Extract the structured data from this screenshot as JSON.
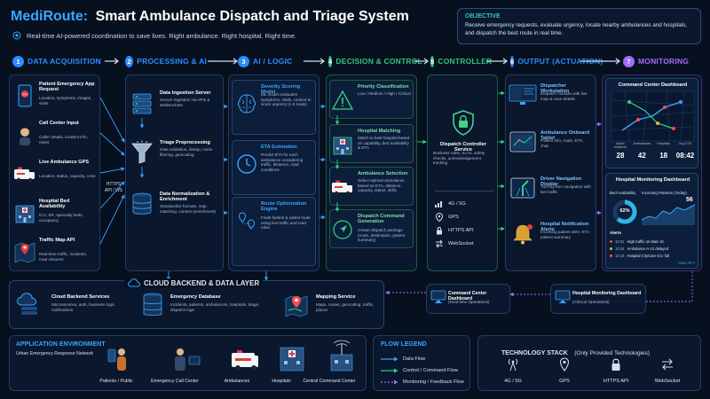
{
  "header": {
    "brand": "MediRoute:",
    "title": "Smart Ambulance Dispatch and Triage System",
    "tagline": "Real-time AI-powered coordination to save lives. Right ambulance. Right hospital. Right time."
  },
  "objective": {
    "label": "OBJECTIVE",
    "text": "Receive emergency requests, evaluate urgency, locate nearby ambulances and hospitals, and dispatch the best route in real time."
  },
  "columns": [
    {
      "num": "1",
      "label": "DATA ACQUISITION",
      "color": "#2a8cff"
    },
    {
      "num": "2",
      "label": "PROCESSING & AI",
      "color": "#2a8cff"
    },
    {
      "num": "3",
      "label": "AI / LOGIC",
      "color": "#2a8cff"
    },
    {
      "num": "4",
      "label": "DECISION & CONTROL",
      "color": "#2ec77a"
    },
    {
      "num": "5",
      "label": "CONTROLLER",
      "color": "#2ec77a"
    },
    {
      "num": "6",
      "label": "OUTPUT (ACTUATION)",
      "color": "#2a8cff"
    },
    {
      "num": "7",
      "label": "MONITORING",
      "color": "#a36bff"
    }
  ],
  "acquisition": [
    {
      "title": "Patient Emergency App Request",
      "desc": "Location, symptoms, images, vitals",
      "icon": "phone-sos-icon"
    },
    {
      "title": "Call Center Input",
      "desc": "Caller details, incident info, notes",
      "icon": "headset-operator-icon"
    },
    {
      "title": "Live Ambulance GPS",
      "desc": "Location, status, capacity, crew",
      "icon": "ambulance-icon"
    },
    {
      "title": "Hospital Bed Availability",
      "desc": "ICU, ER, specialty beds, occupancy",
      "icon": "hospital-icon"
    },
    {
      "title": "Traffic Map API",
      "desc": "Real-time traffic, incidents, road closures",
      "icon": "map-pin-icon"
    }
  ],
  "https_label": "HTTPS API / WS",
  "processing": [
    {
      "title": "Data Ingestion Server",
      "desc": "Secure ingestion via APIs & WebSockets",
      "icon": "server-icon"
    },
    {
      "title": "Triage Preprocessing",
      "desc": "Data validation, dedup, noise filtering, geocoding",
      "icon": "funnel-icon"
    },
    {
      "title": "Data Normalization & Enrichment",
      "desc": "Standardize formats, map matching, context (enrichment)",
      "icon": "database-icon"
    }
  ],
  "logic": [
    {
      "title": "Severity Scoring Model",
      "desc": "ML model evaluates symptoms, vitals, context to score urgency (1-5 scale)",
      "icon": "brain-icon"
    },
    {
      "title": "ETA Estimation",
      "desc": "Predict ETA for each ambulance considering traffic, distance, road conditions",
      "icon": "clock-icon"
    },
    {
      "title": "Route Optimization Engine",
      "desc": "Finds fastest & safest route using live traffic and road rules",
      "icon": "route-pin-icon"
    }
  ],
  "decision": [
    {
      "title": "Priority Classification",
      "desc": "Low / Medium / High / Critical",
      "icon": "alert-triangle-icon"
    },
    {
      "title": "Hospital Matching",
      "desc": "Match to best hospital based on capability, bed availability & ETA",
      "icon": "hospital-icon"
    },
    {
      "title": "Ambulance Selection",
      "desc": "Select optimal ambulance based on ETA, distance, capacity, status, skills",
      "icon": "ambulance-icon"
    },
    {
      "title": "Dispatch Command Generation",
      "desc": "Create dispatch package (route, destination, patient summary)",
      "icon": "navigation-icon"
    }
  ],
  "controller": {
    "title": "Dispatch Controller Service",
    "desc": "Business rules, SLAs, safety checks, acknowledgement tracking",
    "protocols": [
      "4G / 5G",
      "GPS",
      "HTTPS API",
      "WebSocket"
    ]
  },
  "outputs": [
    {
      "title": "Dispatcher Workstation",
      "desc": "Dispatch console with live map & case details"
    },
    {
      "title": "Ambulance Onboard Tablet",
      "desc": "Patient info, route, ETA, chat"
    },
    {
      "title": "Driver Navigation Display",
      "desc": "Turn-by-turn navigation with live traffic"
    },
    {
      "title": "Hospital Notification Alerts",
      "desc": "Incoming patient alert, ETA, patient summary"
    }
  ],
  "monitoring": {
    "command_title": "Command Center Dashboard",
    "stats": [
      {
        "value": "28",
        "label": "Active Incidents"
      },
      {
        "value": "42",
        "label": "Ambulances"
      },
      {
        "value": "18",
        "label": "Hospitals"
      },
      {
        "value": "08:42",
        "label": "Avg ETA"
      }
    ],
    "hospital_title": "Hospital Monitoring Dashboard",
    "bed_label": "Bed Availability",
    "bed_percent": "62%",
    "bed_fraction": 0.62,
    "incoming_label": "Incoming Patients (Today)",
    "incoming_value": "56",
    "alerts_label": "Alerts",
    "alerts": [
      {
        "time": "10:31",
        "text": "High traffic on Main St."
      },
      {
        "time": "10:24",
        "text": "Ambulance A-12 delayed"
      },
      {
        "time": "10:18",
        "text": "Hospital CityCare ICU full"
      }
    ],
    "view_all": "View All >"
  },
  "backend": {
    "title": "CLOUD BACKEND & DATA LAYER",
    "items": [
      {
        "title": "Cloud Backend Services",
        "desc": "Microservices, auth, business logic, notifications"
      },
      {
        "title": "Emergency Database",
        "desc": "Incidents, patients, ambulances, hospitals, triage, dispatch logs"
      },
      {
        "title": "Mapping Service",
        "desc": "Maps, routes, geocoding, traffic, places"
      }
    ]
  },
  "dashboards_bottom": [
    {
      "title": "Command Center Dashboard",
      "desc": "(Real-time Operations)"
    },
    {
      "title": "Hospital Monitoring Dashboard",
      "desc": "(Clinical Operations)"
    }
  ],
  "app_env": {
    "title": "APPLICATION ENVIRONMENT",
    "subtitle": "Urban Emergency Response Network",
    "actors": [
      "Patients / Public",
      "Emergency Call Center",
      "Ambulances",
      "Hospitals",
      "Central Command Center"
    ]
  },
  "legend": {
    "title": "FLOW LEGEND",
    "items": [
      {
        "label": "Data Flow",
        "color": "#3aa0ff",
        "style": "solid"
      },
      {
        "label": "Control / Command Flow",
        "color": "#34d27f",
        "style": "solid"
      },
      {
        "label": "Monitoring / Feedback Flow",
        "color": "#a36bff",
        "style": "dashed"
      }
    ]
  },
  "tech": {
    "title": "TECHNOLOGY STACK",
    "subtitle": "(Only Provided Technologies)",
    "items": [
      "4G / 5G",
      "GPS",
      "HTTPS API",
      "WebSocket"
    ]
  }
}
